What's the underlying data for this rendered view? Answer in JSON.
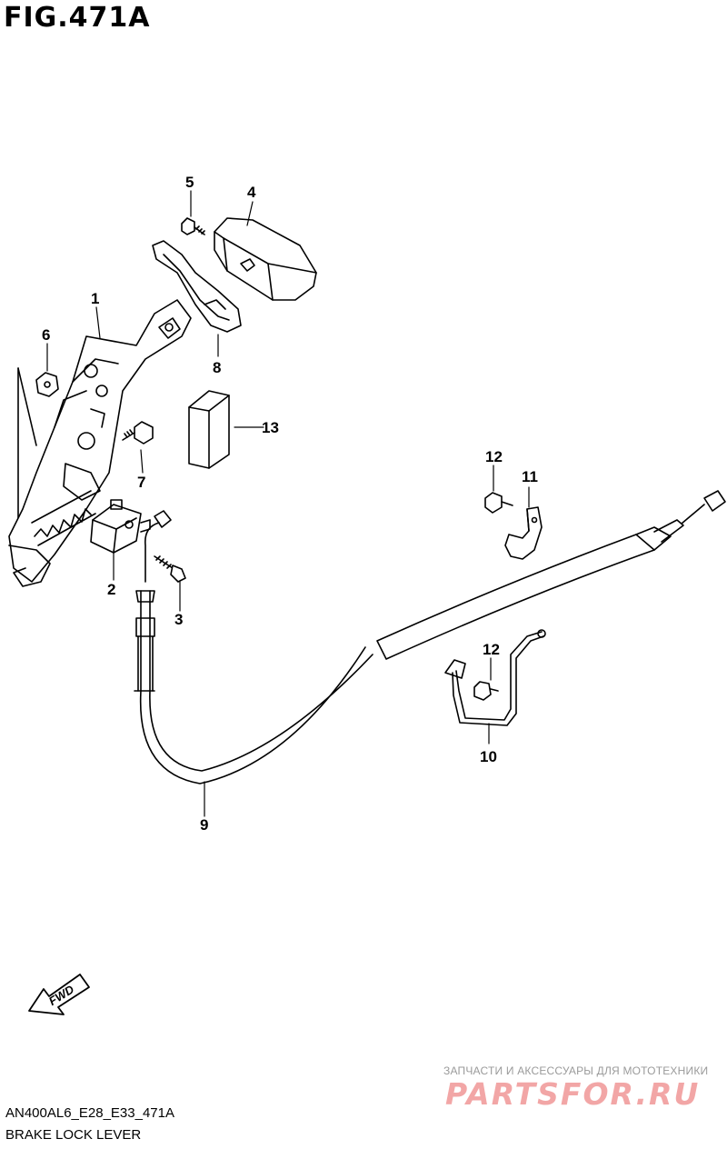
{
  "figure": {
    "title": "FIG.471A",
    "code": "AN400AL6_E28_E33_471A",
    "caption": "BRAKE LOCK LEVER"
  },
  "callouts": [
    {
      "id": "1",
      "label": "1"
    },
    {
      "id": "2",
      "label": "2"
    },
    {
      "id": "3",
      "label": "3"
    },
    {
      "id": "4",
      "label": "4"
    },
    {
      "id": "5",
      "label": "5"
    },
    {
      "id": "6",
      "label": "6"
    },
    {
      "id": "7",
      "label": "7"
    },
    {
      "id": "8",
      "label": "8"
    },
    {
      "id": "9",
      "label": "9"
    },
    {
      "id": "10",
      "label": "10"
    },
    {
      "id": "11",
      "label": "11"
    },
    {
      "id": "12a",
      "label": "12"
    },
    {
      "id": "12b",
      "label": "12"
    },
    {
      "id": "13",
      "label": "13"
    }
  ],
  "direction_arrow": {
    "label": "FWD"
  },
  "watermark": {
    "tagline": "ЗАПЧАСТИ И АКСЕССУАРЫ ДЛЯ МОТОТЕХНИКИ",
    "logo": "PARTSFOR.RU"
  },
  "colors": {
    "line": "#000000",
    "background": "#ffffff",
    "watermark_logo": "#f2a6a6",
    "watermark_text": "#9a9a9a"
  }
}
